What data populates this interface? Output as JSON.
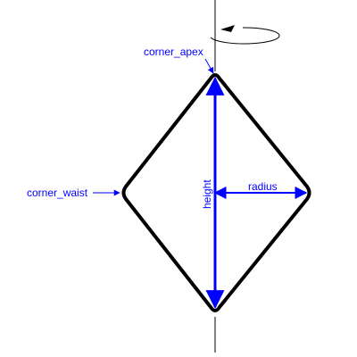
{
  "labels": {
    "corner_apex": "corner_apex",
    "corner_waist": "corner_waist",
    "height": "height",
    "radius": "radius"
  },
  "icons": {
    "rotation": "rotation-arrow-icon"
  },
  "colors": {
    "annotation": "#0000ff",
    "outline": "#000000",
    "axis": "#000000"
  }
}
